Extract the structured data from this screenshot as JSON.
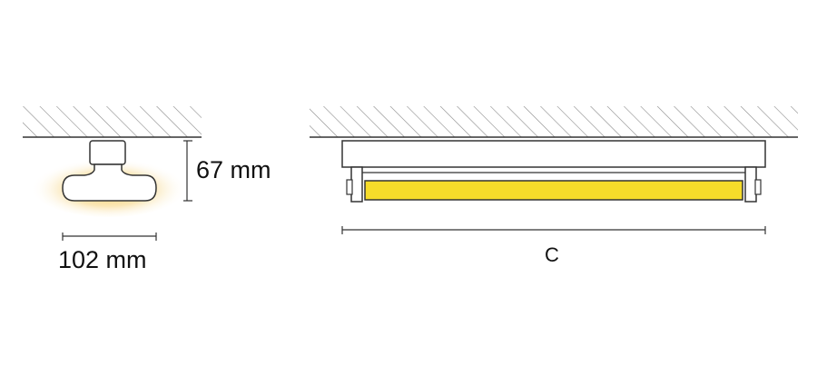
{
  "side_view": {
    "height_label": "67 mm",
    "width_label": "102 mm"
  },
  "front_view": {
    "length_label": "C"
  },
  "colors": {
    "stroke": "#333333",
    "hatch": "#8a8a8a",
    "led": "#f6dc2a",
    "glow": "#f3c44a"
  }
}
